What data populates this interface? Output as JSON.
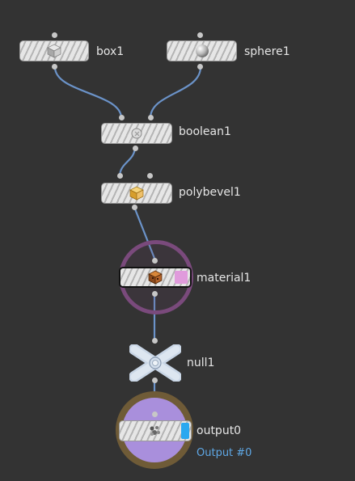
{
  "network": {
    "nodes": [
      {
        "key": "box1",
        "label": "box1",
        "icon": "cube-icon"
      },
      {
        "key": "sphere1",
        "label": "sphere1",
        "icon": "sphere-icon"
      },
      {
        "key": "boolean1",
        "label": "boolean1",
        "icon": "boolean-icon"
      },
      {
        "key": "polybevel1",
        "label": "polybevel1",
        "icon": "bevel-box-icon"
      },
      {
        "key": "material1",
        "label": "material1",
        "icon": "material-box-icon",
        "status": "display flag highlighted"
      },
      {
        "key": "null1",
        "label": "null1",
        "icon": "null-x-icon"
      },
      {
        "key": "output0",
        "label": "output0",
        "icon": "output-icon",
        "sublabel": "Output #0"
      }
    ],
    "connections": [
      [
        "box1",
        "boolean1"
      ],
      [
        "sphere1",
        "boolean1"
      ],
      [
        "boolean1",
        "polybevel1"
      ],
      [
        "polybevel1",
        "material1"
      ],
      [
        "material1",
        "null1"
      ],
      [
        "null1",
        "output0"
      ]
    ],
    "colors": {
      "background": "#333333",
      "wire": "#6b93c9",
      "label": "#e6e6e6",
      "output_label": "#5fa8e6",
      "material_ring": "#7a4a7c",
      "output_ring": "#6f5b37",
      "output_fill": "#a98fdc",
      "render_flag": "#2aa8f0",
      "material_flag": "#e09bdc"
    }
  }
}
